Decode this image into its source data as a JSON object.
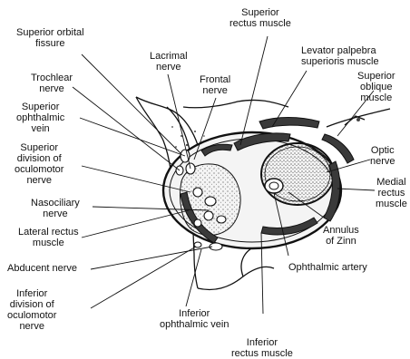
{
  "labels": {
    "superior_orbital_fissure": "Superior orbital\nfissure",
    "superior_rectus_muscle": "Superior\nrectus muscle",
    "lacrimal_nerve": "Lacrimal\nnerve",
    "frontal_nerve": "Frontal\nnerve",
    "levator_palpebrae": "Levator palpebra\nsuperioris muscle",
    "trochlear_nerve": "Trochlear\nnerve",
    "superior_oblique_muscle": "Superior\noblique\nmuscle",
    "superior_ophthalmic_vein": "Superior\nophthalmic\nvein",
    "superior_division_oculomotor": "Superior\ndivision of\noculomotor\nnerve",
    "optic_nerve": "Optic\nnerve",
    "medial_rectus_muscle": "Medial\nrectus\nmuscle",
    "nasociliary_nerve": "Nasociliary\nnerve",
    "lateral_rectus_muscle": "Lateral rectus\nmuscle",
    "annulus_of_zinn": "Annulus\nof Zinn",
    "abducent_nerve": "Abducent nerve",
    "ophthalmic_artery": "Ophthalmic artery",
    "inferior_division_oculomotor": "Inferior\ndivision of\noculomotor\nnerve",
    "inferior_ophthalmic_vein": "Inferior\nophthalmic vein",
    "inferior_rectus_muscle": "Inferior\nrectus muscle"
  }
}
